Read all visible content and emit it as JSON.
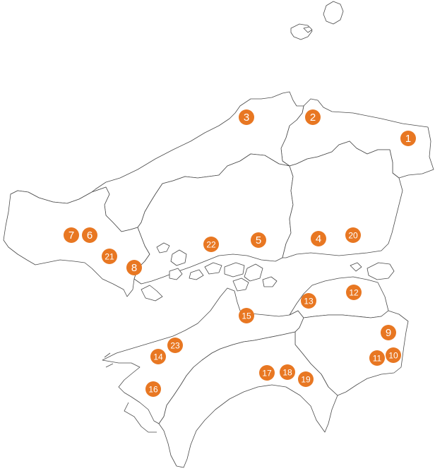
{
  "map": {
    "marker_color": "#e87722",
    "marker_text_color": "#ffffff",
    "markers": [
      {
        "label": "1"
      },
      {
        "label": "2"
      },
      {
        "label": "3"
      },
      {
        "label": "4"
      },
      {
        "label": "5"
      },
      {
        "label": "6"
      },
      {
        "label": "7"
      },
      {
        "label": "8"
      },
      {
        "label": "9"
      },
      {
        "label": "10"
      },
      {
        "label": "11"
      },
      {
        "label": "12"
      },
      {
        "label": "13"
      },
      {
        "label": "14"
      },
      {
        "label": "15"
      },
      {
        "label": "16"
      },
      {
        "label": "17"
      },
      {
        "label": "18"
      },
      {
        "label": "19"
      },
      {
        "label": "20"
      },
      {
        "label": "21"
      },
      {
        "label": "22"
      },
      {
        "label": "23"
      }
    ]
  }
}
